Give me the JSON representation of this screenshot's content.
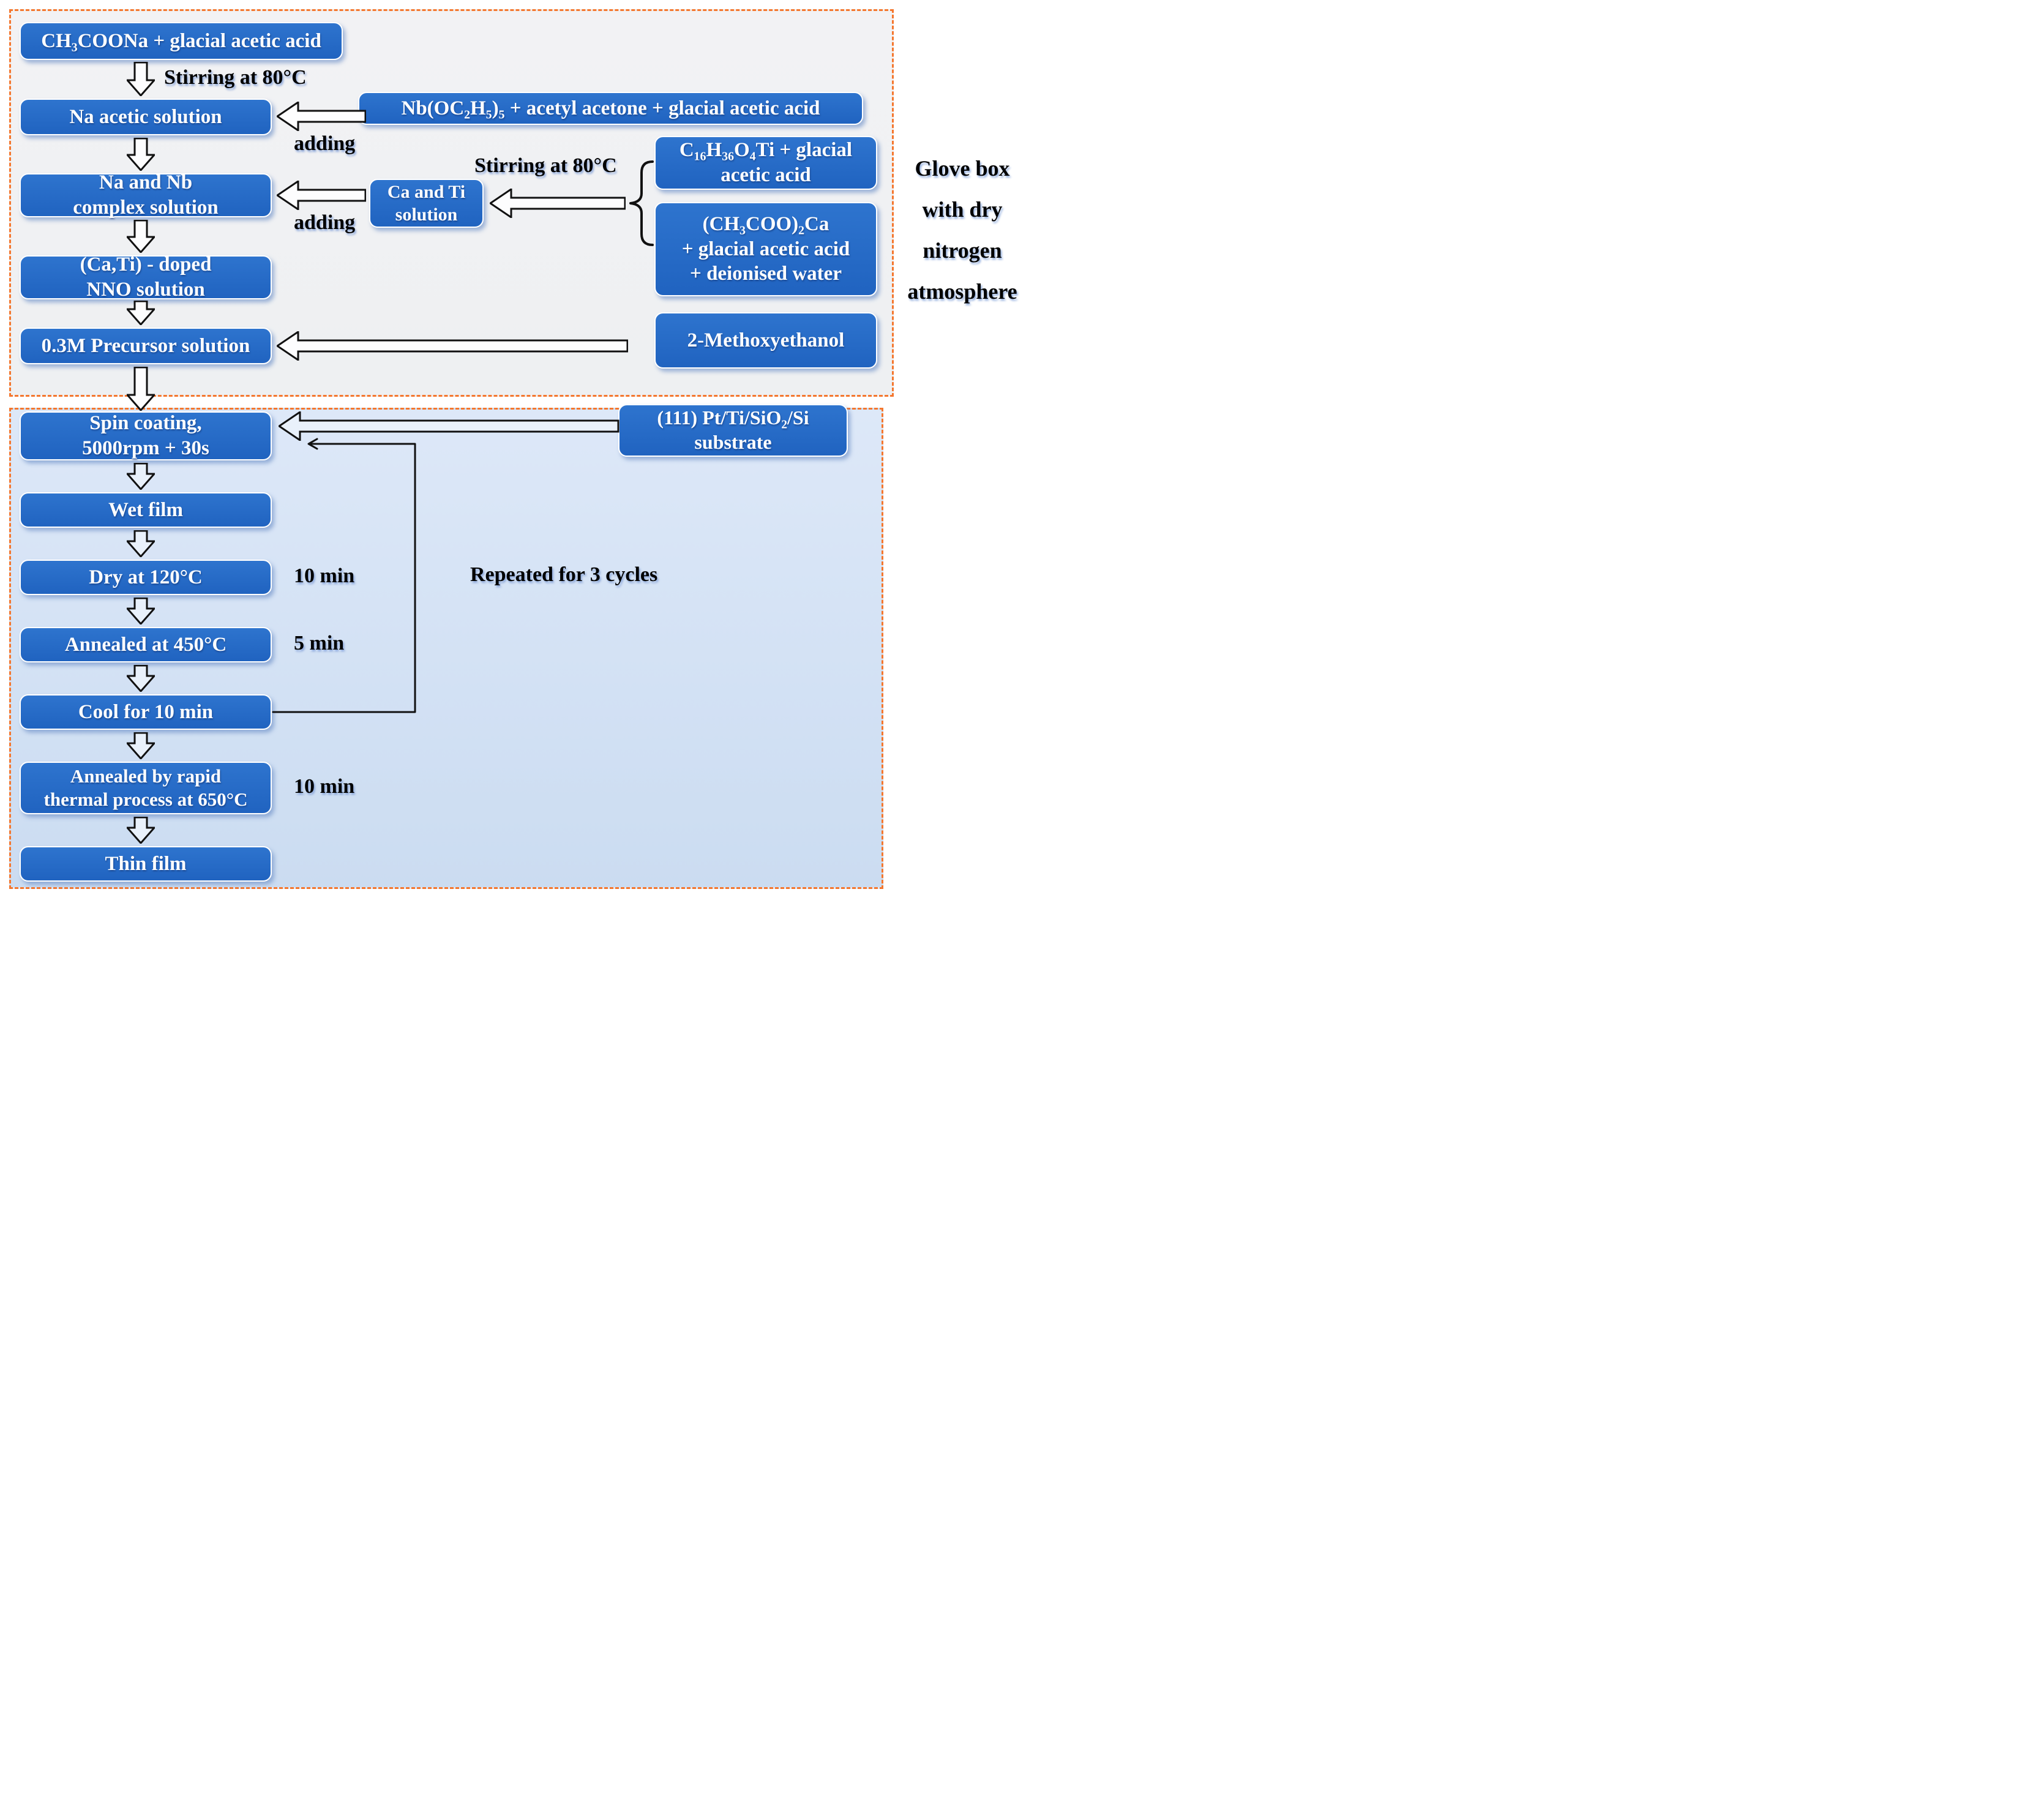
{
  "colors": {
    "box_blue": "#2368c4",
    "dashed_border": "#f4772e",
    "top_section_bg": "#f1f1f2",
    "bottom_section_bg": "#d7e4f5",
    "box_text": "#ffffff",
    "label_text": "#000000",
    "arrow_outline": "#111111"
  },
  "side_note": [
    "Glove box",
    "with dry",
    "nitrogen",
    "atmosphere"
  ],
  "top": {
    "sodium_acetate": [
      "CH₃COONa + glacial acetic acid"
    ],
    "stirring_label_1": "Stirring at 80°C",
    "na_acetic": [
      "Na acetic solution"
    ],
    "adding_label_1": "adding",
    "niobium_mix": [
      "Nb(OC₂H₅)₅ + acetyl acetone + glacial acetic acid"
    ],
    "na_nb_complex": [
      "Na and Nb",
      "complex solution"
    ],
    "adding_label_2": "adding",
    "ca_ti_solution": [
      "Ca and Ti",
      "solution"
    ],
    "stirring_label_2": "Stirring at 80°C",
    "ti_precursor": [
      "C₁₆H₃₆O₄Ti + glacial",
      "acetic acid"
    ],
    "ca_precursor": [
      "(CH₃COO)₂Ca",
      "+ glacial acetic acid",
      "+ deionised water"
    ],
    "doped_nno": [
      "(Ca,Ti) - doped",
      "NNO solution"
    ],
    "precursor_03m": [
      "0.3M Precursor solution"
    ],
    "methoxyethanol": [
      "2-Methoxyethanol"
    ]
  },
  "bottom": {
    "spin_coating": [
      "Spin coating,",
      "5000rpm + 30s"
    ],
    "substrate": [
      "(111) Pt/Ti/SiO₂/Si",
      "substrate"
    ],
    "wet_film": [
      "Wet film"
    ],
    "dry": [
      "Dry at 120°C"
    ],
    "dry_time": "10 min",
    "anneal_450": [
      "Annealed at 450°C"
    ],
    "anneal_450_time": "5 min",
    "cool": [
      "Cool for 10 min"
    ],
    "repeat_label": "Repeated for 3 cycles",
    "rtp": [
      "Annealed by rapid",
      "thermal process at 650°C"
    ],
    "rtp_time": "10 min",
    "thin_film": [
      "Thin film"
    ]
  }
}
